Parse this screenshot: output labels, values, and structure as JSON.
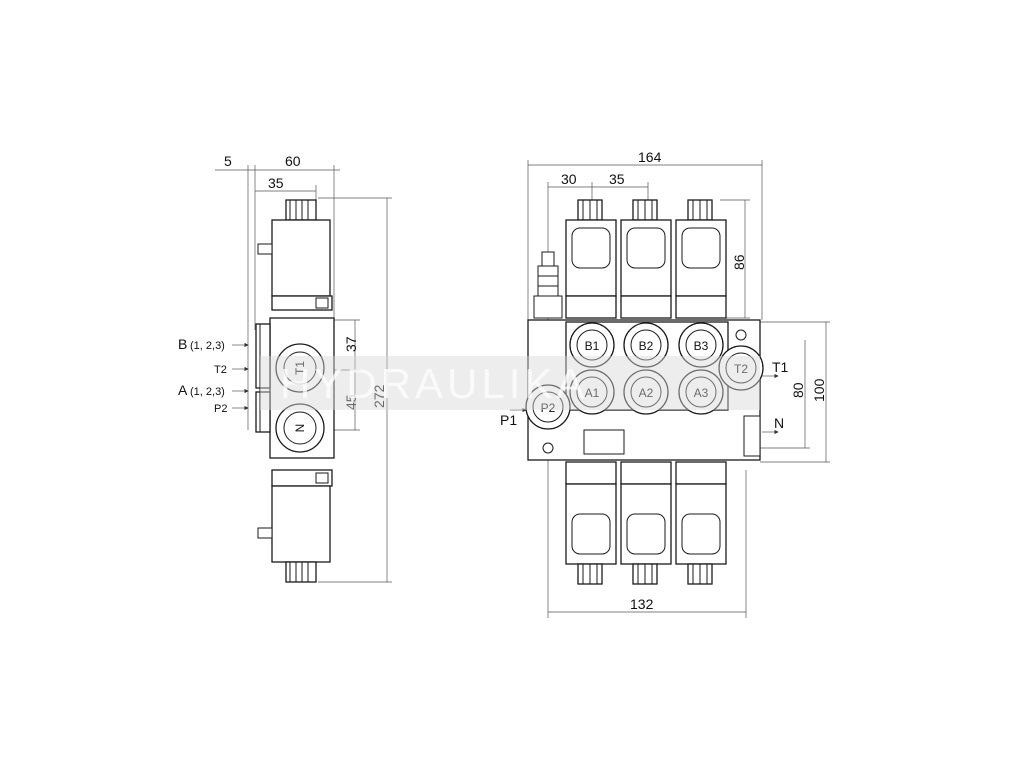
{
  "side_view": {
    "dims": {
      "d5": "5",
      "d60": "60",
      "d35": "35",
      "d37": "37",
      "d45": "45",
      "d272": "272"
    },
    "ports": {
      "b_label": "B",
      "b_sub": "(1, 2,3)",
      "t2_label": "T2",
      "a_label": "A",
      "a_sub": "(1, 2,3)",
      "p2_label": "P2",
      "t1_circle": "T1",
      "n_circle": "N"
    }
  },
  "front_view": {
    "dims": {
      "d164": "164",
      "d30": "30",
      "d35": "35",
      "d86": "86",
      "d80": "80",
      "d100": "100",
      "d132": "132"
    },
    "ports": {
      "b1": "B1",
      "b2": "B2",
      "b3": "B3",
      "a1": "A1",
      "a2": "A2",
      "a3": "A3",
      "p2": "P2",
      "t2": "T2",
      "p1": "P1",
      "t1": "T1",
      "n": "N"
    }
  },
  "watermark": "HYDRAULIKA"
}
